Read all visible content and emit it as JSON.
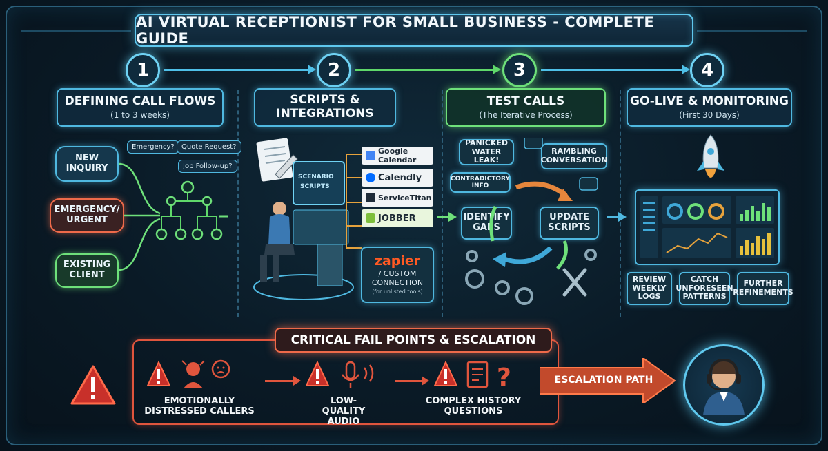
{
  "title": "AI VIRTUAL RECEPTIONIST FOR SMALL BUSINESS - COMPLETE GUIDE",
  "steps": [
    {
      "number": "1",
      "title": "DEFINING CALL FLOWS",
      "subtitle": "(1 to 3 weeks)"
    },
    {
      "number": "2",
      "title": "SCRIPTS & INTEGRATIONS",
      "subtitle": ""
    },
    {
      "number": "3",
      "title": "TEST CALLS",
      "subtitle": "(The Iterative Process)"
    },
    {
      "number": "4",
      "title": "GO-LIVE & MONITORING",
      "subtitle": "(First 30 Days)"
    }
  ],
  "call_flows": {
    "callers": [
      "NEW INQUIRY",
      "EMERGENCY/ URGENT",
      "EXISTING CLIENT"
    ],
    "request_types": [
      "Emergency?",
      "Quote Request?",
      "Job Follow-up?"
    ]
  },
  "scripts": {
    "document_label": "SCENARIO SCRIPTS",
    "integrations": [
      "Google Calendar",
      "Calendly",
      "ServiceTitan",
      "JOBBER"
    ],
    "zapier_logo": "zapier",
    "custom_connection": "/ CUSTOM CONNECTION",
    "custom_note": "(for unlisted tools)"
  },
  "test_calls": {
    "scenarios": [
      "PANICKED WATER LEAK!",
      "RAMBLING CONVERSATION",
      "CONTRADICTORY INFO"
    ],
    "cycle": [
      "IDENTIFY GAPS",
      "UPDATE SCRIPTS"
    ]
  },
  "monitoring": {
    "tasks": [
      "REVIEW WEEKLY LOGS",
      "CATCH UNFORESEEN PATTERNS",
      "FURTHER REFINEMENTS"
    ]
  },
  "critical": {
    "title": "CRITICAL FAIL POINTS & ESCALATION",
    "fail_points": [
      "EMOTIONALLY DISTRESSED CALLERS",
      "LOW-QUALITY AUDIO",
      "COMPLEX HISTORY QUESTIONS"
    ],
    "escalation": "ESCALATION PATH"
  },
  "colors": {
    "accent_blue": "#4fb8e0",
    "accent_green": "#6ee07a",
    "accent_red": "#e0553d",
    "background": "#0a1a26"
  }
}
